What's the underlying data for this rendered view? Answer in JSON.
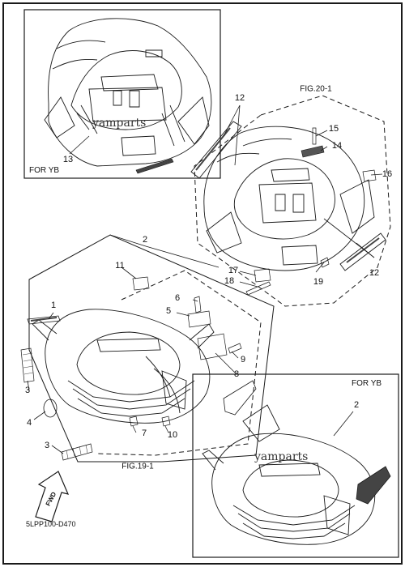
{
  "box_labels": {
    "top_left": "FOR YB",
    "bottom_right": "FOR YB"
  },
  "figure_refs": {
    "fig20": "FIG.20-1",
    "fig19": "FIG.19-1"
  },
  "watermarks": {
    "top": "yamparts",
    "bottom": "yamparts"
  },
  "part_code": "5LPP100-D470",
  "fwd_arrow_text": "FWD",
  "callouts": {
    "n1": "1",
    "n2": "2",
    "n2b": "2",
    "n3a": "3",
    "n3b": "3",
    "n4": "4",
    "n5": "5",
    "n6": "6",
    "n7": "7",
    "n8": "8",
    "n9": "9",
    "n10": "10",
    "n11": "11",
    "n12a": "12",
    "n12b": "12",
    "n13": "13",
    "n14": "14",
    "n15": "15",
    "n16": "16",
    "n17": "17",
    "n18": "18",
    "n19": "19"
  },
  "colors": {
    "line": "#1a1a1a",
    "stripe": "#444444",
    "background": "#ffffff"
  }
}
